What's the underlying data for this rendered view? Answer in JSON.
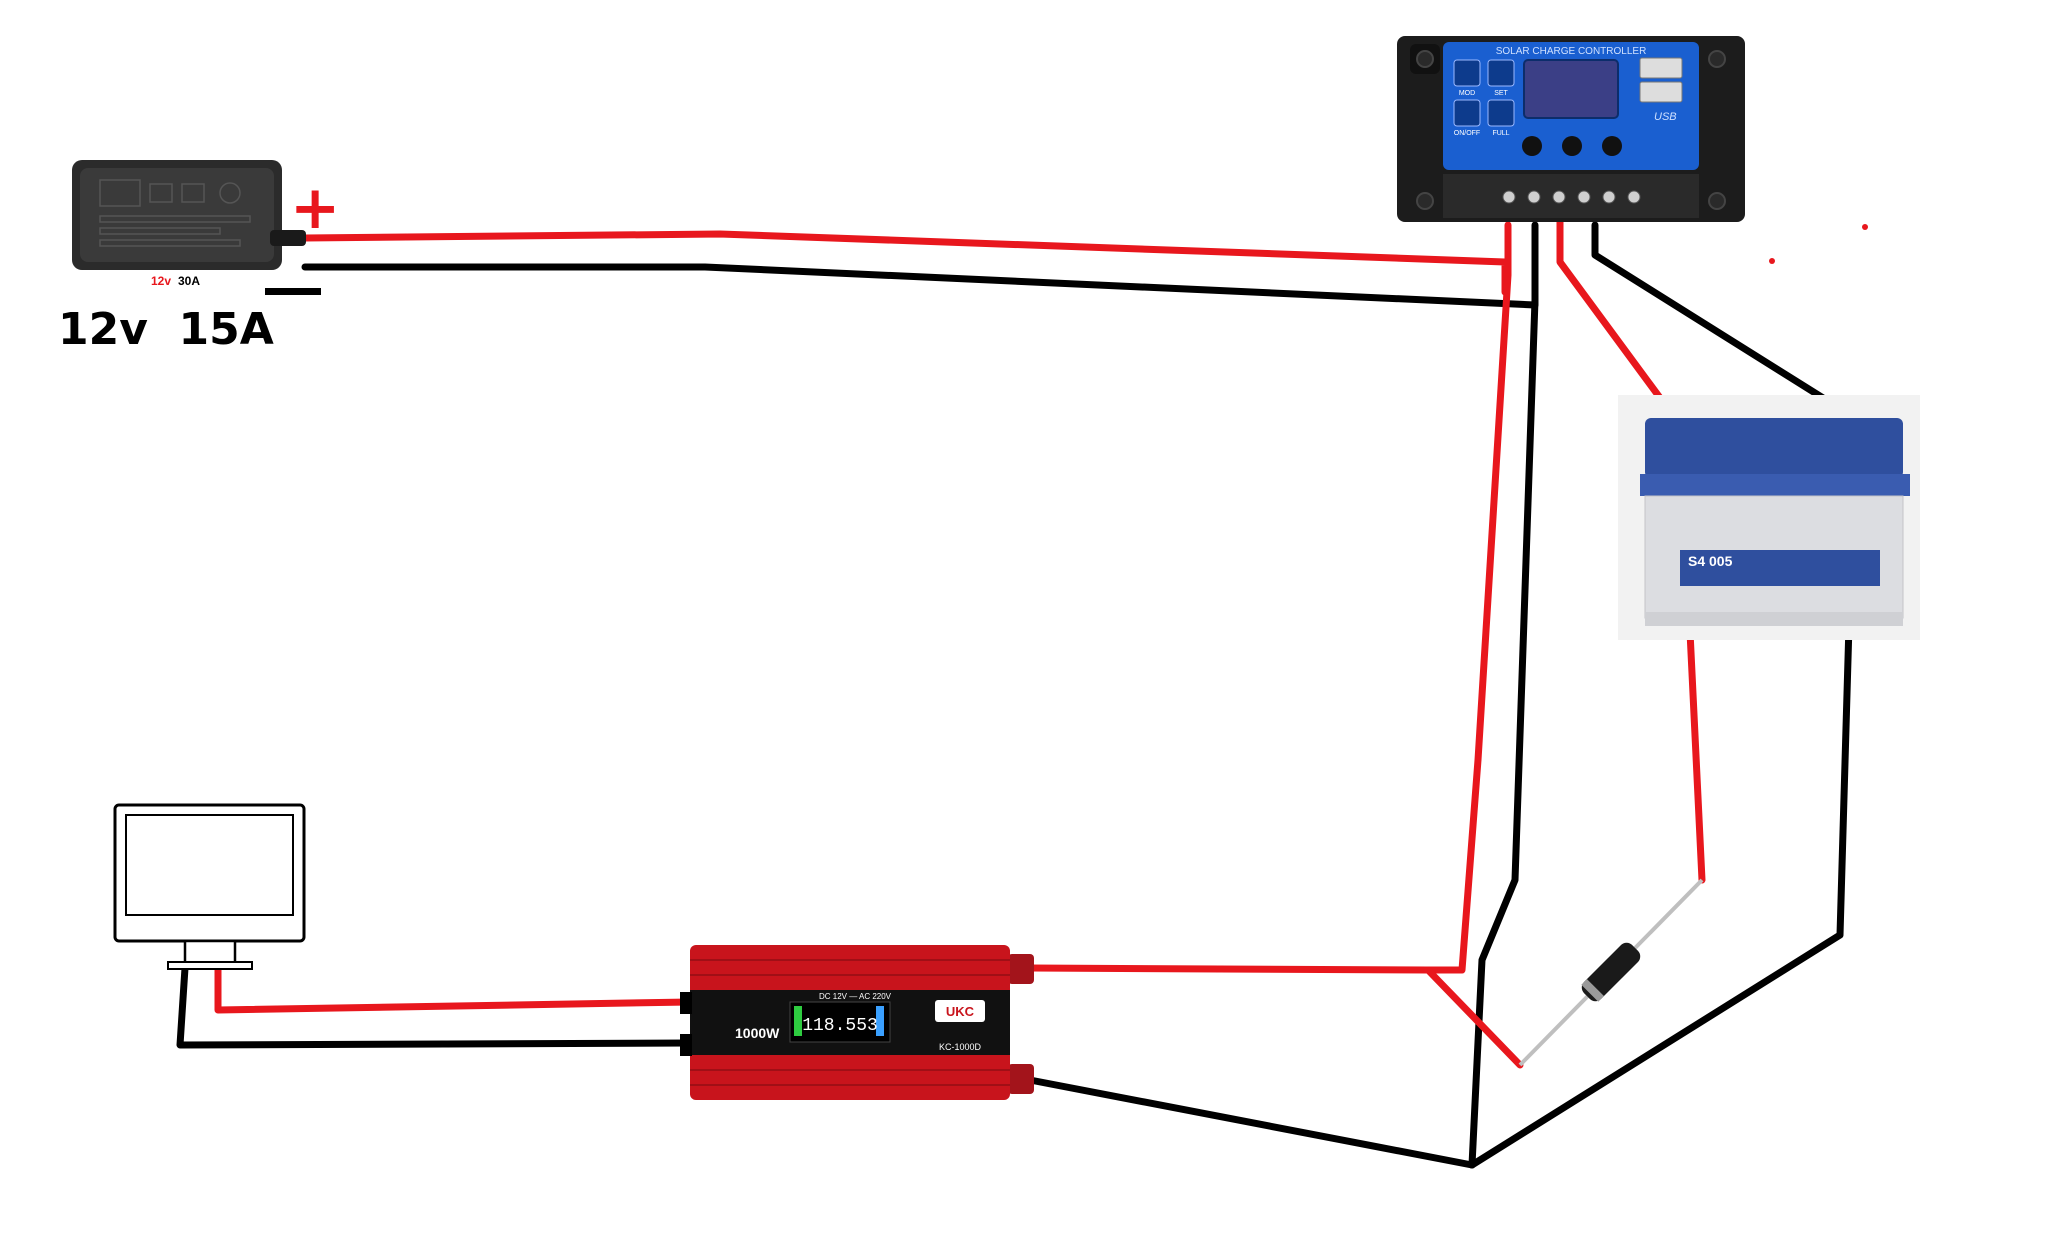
{
  "adapter": {
    "label_small_voltage": "12v",
    "label_small_current": "30A",
    "label_big": "12v  15A",
    "plus_sign": "+",
    "minus_sign": "—"
  },
  "controller": {
    "title": "SOLAR CHARGE CONTROLLER",
    "usb_label": "USB",
    "button_labels": [
      "MOD",
      "SET",
      "ON/OFF",
      "FULL"
    ]
  },
  "battery": {
    "model": "S4 005"
  },
  "inverter": {
    "brand": "UKC",
    "power": "1000W",
    "display": "118.553",
    "model": "KC-1000D",
    "spec": "DC 12V — AC 220V"
  },
  "colors": {
    "positive_wire": "#e8171d",
    "negative_wire": "#000000",
    "controller_blue": "#1a5fd0",
    "inverter_red": "#c8141c",
    "battery_blue": "#2f4f9e"
  }
}
